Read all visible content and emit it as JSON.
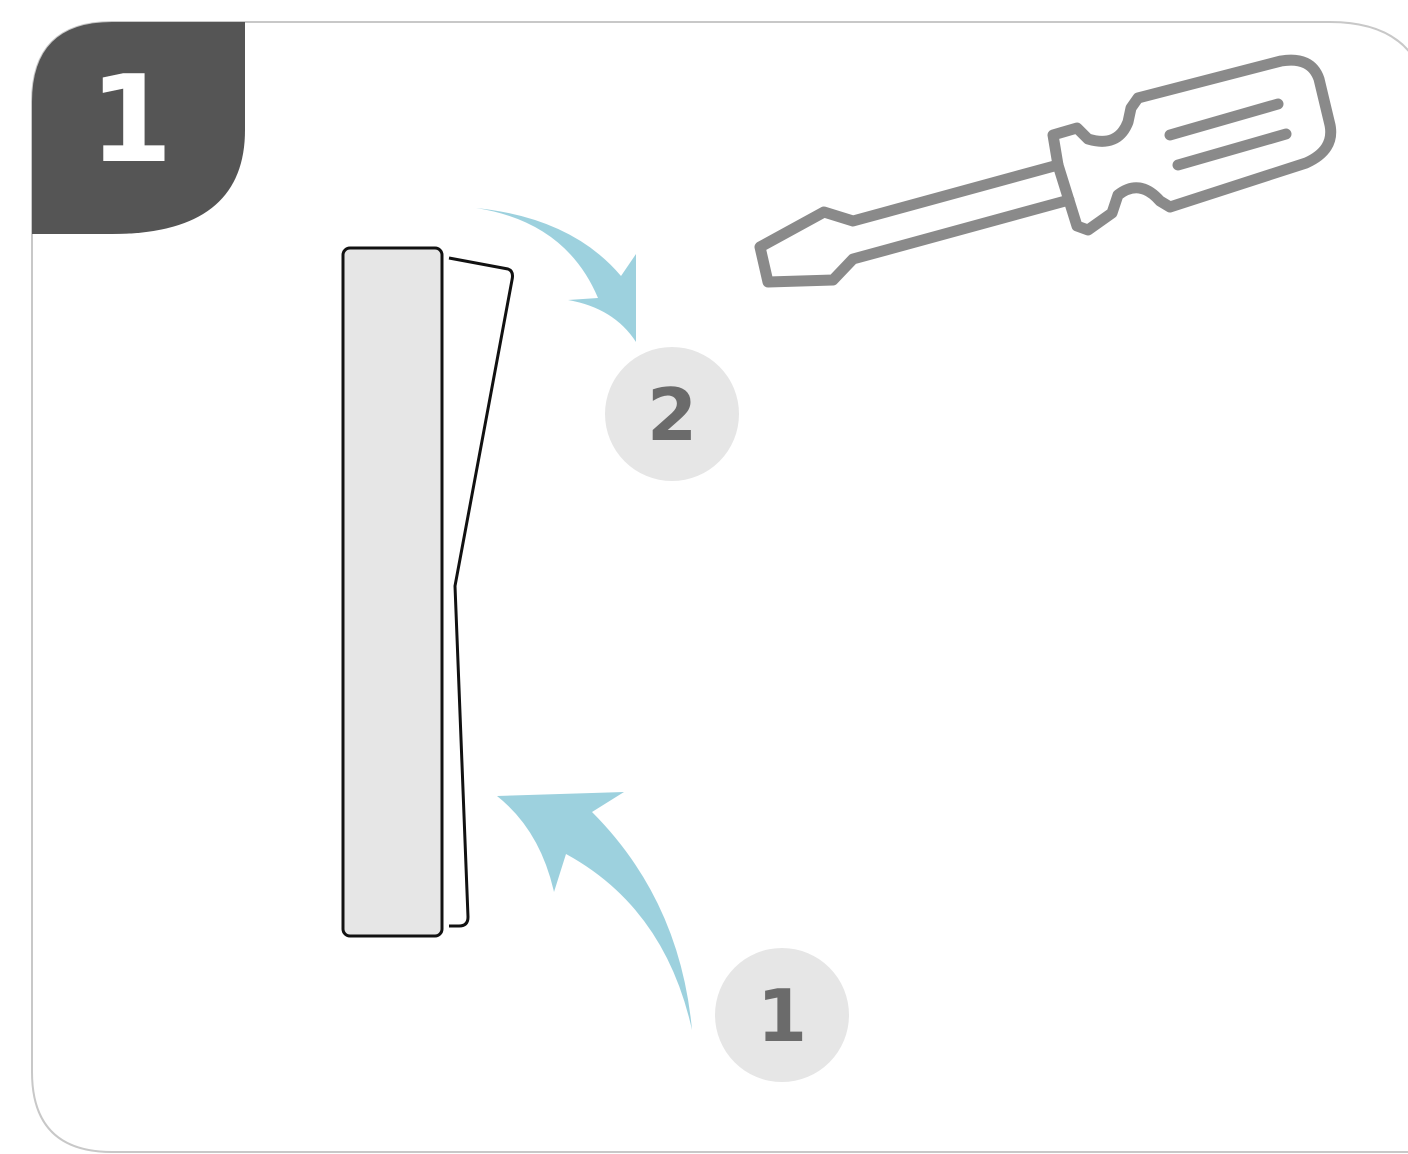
{
  "step": {
    "number": "1"
  },
  "markers": [
    {
      "label": "1"
    },
    {
      "label": "2"
    }
  ],
  "colors": {
    "badge_bg": "#555555",
    "badge_text": "#ffffff",
    "panel_border": "#c8c8c8",
    "arrow": "#9dd1de",
    "marker_bg": "#e6e6e6",
    "marker_text": "#6b6b6b",
    "device_fill": "#e6e6e6",
    "device_stroke": "#111111",
    "tool_stroke": "#8a8a8a"
  },
  "icons": {
    "tool": "screwdriver-icon",
    "arrows": "curved-arrow-icon"
  }
}
